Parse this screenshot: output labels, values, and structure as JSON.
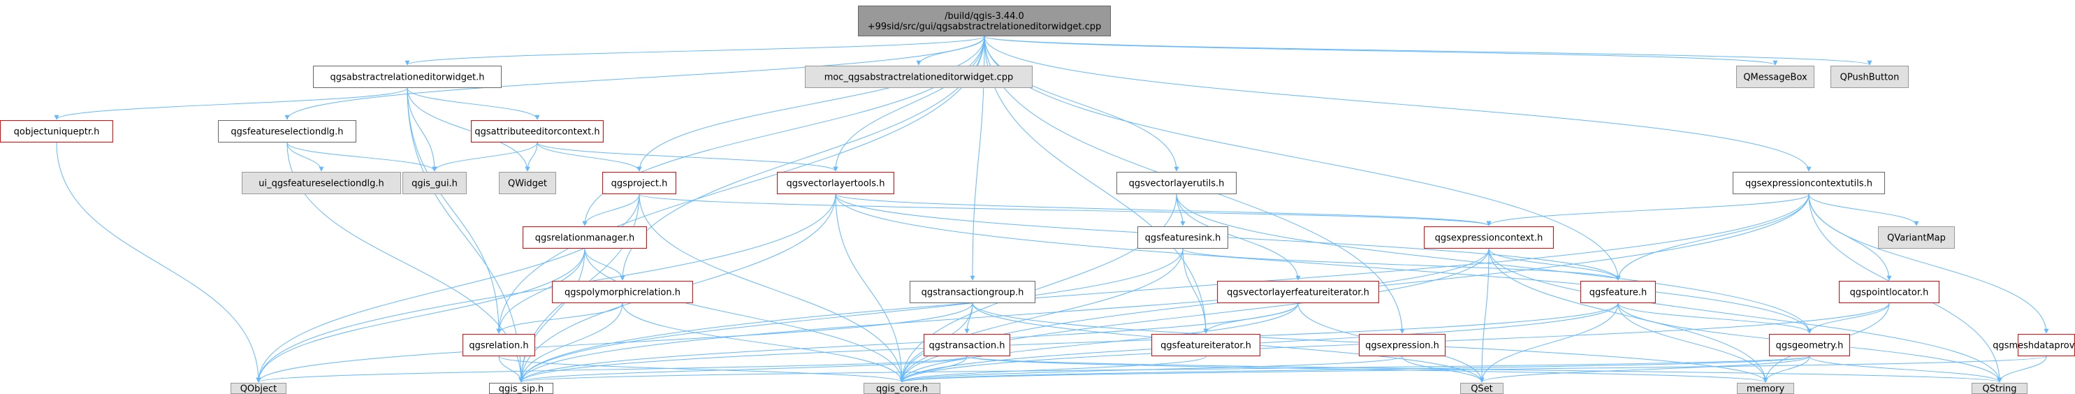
{
  "diagram": {
    "title": "Include dependency graph",
    "colors": {
      "edge": "#63b8ff",
      "root_fill": "#999999",
      "red_border": "#ff0000",
      "normal_border": "#666666",
      "grey_fill": "#e0e0e0",
      "grey_border": "#999999"
    },
    "nodes": [
      {
        "id": "root",
        "label_lines": [
          "/build/qgis-3.44.0",
          "+99sid/src/gui/qgsabstractrelationeditorwidget.cpp"
        ],
        "style": "root"
      },
      {
        "id": "qgsabstractrelationeditorwidget_h",
        "label_lines": [
          "qgsabstractrelationeditorwidget.h"
        ],
        "style": "normal"
      },
      {
        "id": "moc",
        "label_lines": [
          "moc_qgsabstractrelationeditorwidget.cpp"
        ],
        "style": "grey"
      },
      {
        "id": "qmessagebox",
        "label_lines": [
          "QMessageBox"
        ],
        "style": "grey"
      },
      {
        "id": "qpushbutton",
        "label_lines": [
          "QPushButton"
        ],
        "style": "grey"
      },
      {
        "id": "qobjectuniqueptr",
        "label_lines": [
          "qobjectuniqueptr.h"
        ],
        "style": "red"
      },
      {
        "id": "qgsfeatureselectiondlg",
        "label_lines": [
          "qgsfeatureselectiondlg.h"
        ],
        "style": "normal"
      },
      {
        "id": "qgsattributeeditorcontext",
        "label_lines": [
          "qgsattributeeditorcontext.h"
        ],
        "style": "red"
      },
      {
        "id": "ui_dlg",
        "label_lines": [
          "ui_qgsfeatureselectiondlg.h"
        ],
        "style": "grey"
      },
      {
        "id": "qgis_gui",
        "label_lines": [
          "qgis_gui.h"
        ],
        "style": "grey"
      },
      {
        "id": "qwidget",
        "label_lines": [
          "QWidget"
        ],
        "style": "grey"
      },
      {
        "id": "qgsproject",
        "label_lines": [
          "qgsproject.h"
        ],
        "style": "red"
      },
      {
        "id": "qgsvectorlayertools",
        "label_lines": [
          "qgsvectorlayertools.h"
        ],
        "style": "red"
      },
      {
        "id": "qgsvectorlayerutils",
        "label_lines": [
          "qgsvectorlayerutils.h"
        ],
        "style": "normal"
      },
      {
        "id": "qgsexpressioncontextutils",
        "label_lines": [
          "qgsexpressioncontextutils.h"
        ],
        "style": "normal"
      },
      {
        "id": "qvariantmap",
        "label_lines": [
          "QVariantMap"
        ],
        "style": "grey"
      },
      {
        "id": "qgsrelationmanager",
        "label_lines": [
          "qgsrelationmanager.h"
        ],
        "style": "red"
      },
      {
        "id": "qgsfeaturesink",
        "label_lines": [
          "qgsfeaturesink.h"
        ],
        "style": "normal"
      },
      {
        "id": "qgsexpressioncontext",
        "label_lines": [
          "qgsexpressioncontext.h"
        ],
        "style": "red"
      },
      {
        "id": "qgspolymorphicrelation",
        "label_lines": [
          "qgspolymorphicrelation.h"
        ],
        "style": "red"
      },
      {
        "id": "qgstransactiongroup",
        "label_lines": [
          "qgstransactiongroup.h"
        ],
        "style": "normal"
      },
      {
        "id": "qgsvectorlayerfeatureiterator",
        "label_lines": [
          "qgsvectorlayerfeatureiterator.h"
        ],
        "style": "red"
      },
      {
        "id": "qgsfeature",
        "label_lines": [
          "qgsfeature.h"
        ],
        "style": "red"
      },
      {
        "id": "qgspointlocator",
        "label_lines": [
          "qgspointlocator.h"
        ],
        "style": "red"
      },
      {
        "id": "qgsrelation",
        "label_lines": [
          "qgsrelation.h"
        ],
        "style": "red"
      },
      {
        "id": "qgstransaction",
        "label_lines": [
          "qgstransaction.h"
        ],
        "style": "red"
      },
      {
        "id": "qgsfeatureiterator",
        "label_lines": [
          "qgsfeatureiterator.h"
        ],
        "style": "red"
      },
      {
        "id": "qgsexpression",
        "label_lines": [
          "qgsexpression.h"
        ],
        "style": "red"
      },
      {
        "id": "qgsgeometry",
        "label_lines": [
          "qgsgeometry.h"
        ],
        "style": "red"
      },
      {
        "id": "qgsmeshdataprovider",
        "label_lines": [
          "qgsmeshdataprovider.h"
        ],
        "style": "red"
      },
      {
        "id": "qobject",
        "label_lines": [
          "QObject"
        ],
        "style": "grey"
      },
      {
        "id": "qgis_sip",
        "label_lines": [
          "qgis_sip.h"
        ],
        "style": "normal"
      },
      {
        "id": "qgis_core",
        "label_lines": [
          "qgis_core.h"
        ],
        "style": "grey"
      },
      {
        "id": "qset",
        "label_lines": [
          "QSet"
        ],
        "style": "grey"
      },
      {
        "id": "memory",
        "label_lines": [
          "memory"
        ],
        "style": "grey"
      },
      {
        "id": "qstring",
        "label_lines": [
          "QString"
        ],
        "style": "grey"
      }
    ],
    "edges": [
      [
        "root",
        "qgsabstractrelationeditorwidget_h"
      ],
      [
        "root",
        "moc"
      ],
      [
        "root",
        "qmessagebox"
      ],
      [
        "root",
        "qpushbutton"
      ],
      [
        "root",
        "qgsfeatureselectiondlg"
      ],
      [
        "root",
        "qgsproject"
      ],
      [
        "root",
        "qgsvectorlayertools"
      ],
      [
        "root",
        "qgsvectorlayerutils"
      ],
      [
        "root",
        "qgsexpressioncontextutils"
      ],
      [
        "root",
        "qgsrelationmanager"
      ],
      [
        "root",
        "qgspolymorphicrelation"
      ],
      [
        "root",
        "qgstransactiongroup"
      ],
      [
        "root",
        "qgsrelation"
      ],
      [
        "root",
        "qgsfeatureiterator"
      ],
      [
        "root",
        "qgsexpression"
      ],
      [
        "root",
        "qgsfeature"
      ],
      [
        "qgsabstractrelationeditorwidget_h",
        "qobjectuniqueptr"
      ],
      [
        "qgsabstractrelationeditorwidget_h",
        "qgsattributeeditorcontext"
      ],
      [
        "qgsabstractrelationeditorwidget_h",
        "qgis_gui"
      ],
      [
        "qgsabstractrelationeditorwidget_h",
        "qwidget"
      ],
      [
        "qgsabstractrelationeditorwidget_h",
        "qgsrelation"
      ],
      [
        "qgsabstractrelationeditorwidget_h",
        "qgis_sip"
      ],
      [
        "qobjectuniqueptr",
        "qobject"
      ],
      [
        "qgsfeatureselectiondlg",
        "ui_dlg"
      ],
      [
        "qgsfeatureselectiondlg",
        "qgis_gui"
      ],
      [
        "qgsfeatureselectiondlg",
        "qgis_sip"
      ],
      [
        "qgsattributeeditorcontext",
        "qgis_gui"
      ],
      [
        "qgsattributeeditorcontext",
        "qwidget"
      ],
      [
        "qgsattributeeditorcontext",
        "qgsproject"
      ],
      [
        "qgsattributeeditorcontext",
        "qgsvectorlayertools"
      ],
      [
        "qgsproject",
        "qgsrelationmanager"
      ],
      [
        "qgsproject",
        "qgis_core"
      ],
      [
        "qgsproject",
        "qgis_sip"
      ],
      [
        "qgsproject",
        "qobject"
      ],
      [
        "qgsproject",
        "qgsexpressioncontext"
      ],
      [
        "qgsvectorlayertools",
        "qgsexpressioncontext"
      ],
      [
        "qgsvectorlayertools",
        "qgsfeature"
      ],
      [
        "qgsvectorlayertools",
        "qgsgeometry"
      ],
      [
        "qgsvectorlayertools",
        "qgis_core"
      ],
      [
        "qgsvectorlayertools",
        "qgis_sip"
      ],
      [
        "qgsvectorlayertools",
        "qobject"
      ],
      [
        "qgsvectorlayerutils",
        "qgsfeaturesink"
      ],
      [
        "qgsvectorlayerutils",
        "qgsvectorlayerfeatureiterator"
      ],
      [
        "qgsvectorlayerutils",
        "qgsgeometry"
      ],
      [
        "qgsvectorlayerutils",
        "qgis_core"
      ],
      [
        "qgsexpressioncontextutils",
        "qgsexpressioncontext"
      ],
      [
        "qgsexpressioncontextutils",
        "qvariantmap"
      ],
      [
        "qgsexpressioncontextutils",
        "qgsfeature"
      ],
      [
        "qgsexpressioncontextutils",
        "qgspointlocator"
      ],
      [
        "qgsexpressioncontextutils",
        "qgsmeshdataprovider"
      ],
      [
        "qgsexpressioncontextutils",
        "qgis_core"
      ],
      [
        "qgsexpressioncontextutils",
        "qgis_sip"
      ],
      [
        "qgsexpressioncontextutils",
        "qstring"
      ],
      [
        "qgsrelationmanager",
        "qgspolymorphicrelation"
      ],
      [
        "qgsrelationmanager",
        "qgsrelation"
      ],
      [
        "qgsrelationmanager",
        "qgis_core"
      ],
      [
        "qgsrelationmanager",
        "qgis_sip"
      ],
      [
        "qgsrelationmanager",
        "qobject"
      ],
      [
        "qgsfeaturesink",
        "qgsfeature"
      ],
      [
        "qgsfeaturesink",
        "qgsfeatureiterator"
      ],
      [
        "qgsfeaturesink",
        "qgis_core"
      ],
      [
        "qgsfeaturesink",
        "qgis_sip"
      ],
      [
        "qgsexpressioncontext",
        "qgsfeature"
      ],
      [
        "qgsexpressioncontext",
        "qset"
      ],
      [
        "qgsexpressioncontext",
        "qgis_core"
      ],
      [
        "qgsexpressioncontext",
        "qgis_sip"
      ],
      [
        "qgsexpressioncontext",
        "memory"
      ],
      [
        "qgsexpressioncontext",
        "qstring"
      ],
      [
        "qgspolymorphicrelation",
        "qgsrelation"
      ],
      [
        "qgspolymorphicrelation",
        "qgis_core"
      ],
      [
        "qgspolymorphicrelation",
        "qgis_sip"
      ],
      [
        "qgstransactiongroup",
        "qgstransaction"
      ],
      [
        "qgstransactiongroup",
        "qgis_core"
      ],
      [
        "qgstransactiongroup",
        "qobject"
      ],
      [
        "qgstransactiongroup",
        "qset"
      ],
      [
        "qgstransactiongroup",
        "memory"
      ],
      [
        "qgsvectorlayerfeatureiterator",
        "qgsfeatureiterator"
      ],
      [
        "qgsvectorlayerfeatureiterator",
        "qgis_core"
      ],
      [
        "qgsvectorlayerfeatureiterator",
        "qgis_sip"
      ],
      [
        "qgsvectorlayerfeatureiterator",
        "qset"
      ],
      [
        "qgsfeature",
        "qgsgeometry"
      ],
      [
        "qgsfeature",
        "qgis_core"
      ],
      [
        "qgsfeature",
        "qgis_sip"
      ],
      [
        "qgsfeature",
        "qset"
      ],
      [
        "qgsfeature",
        "memory"
      ],
      [
        "qgsfeature",
        "qstring"
      ],
      [
        "qgspointlocator",
        "qgsgeometry"
      ],
      [
        "qgspointlocator",
        "qgis_core"
      ],
      [
        "qgspointlocator",
        "memory"
      ],
      [
        "qgsrelation",
        "qgis_core"
      ],
      [
        "qgsrelation",
        "qgis_sip"
      ],
      [
        "qgstransaction",
        "qgis_core"
      ],
      [
        "qgstransaction",
        "qgis_sip"
      ],
      [
        "qgstransaction",
        "qobject"
      ],
      [
        "qgstransaction",
        "memory"
      ],
      [
        "qgstransaction",
        "qstring"
      ],
      [
        "qgsfeatureiterator",
        "qgis_core"
      ],
      [
        "qgsexpression",
        "qgis_core"
      ],
      [
        "qgsexpression",
        "qset"
      ],
      [
        "qgsgeometry",
        "qgis_core"
      ],
      [
        "qgsgeometry",
        "qgis_sip"
      ],
      [
        "qgsgeometry",
        "qset"
      ],
      [
        "qgsgeometry",
        "memory"
      ],
      [
        "qgsgeometry",
        "qstring"
      ],
      [
        "qgsmeshdataprovider",
        "qgis_core"
      ],
      [
        "qgsmeshdataprovider",
        "qstring"
      ]
    ]
  }
}
